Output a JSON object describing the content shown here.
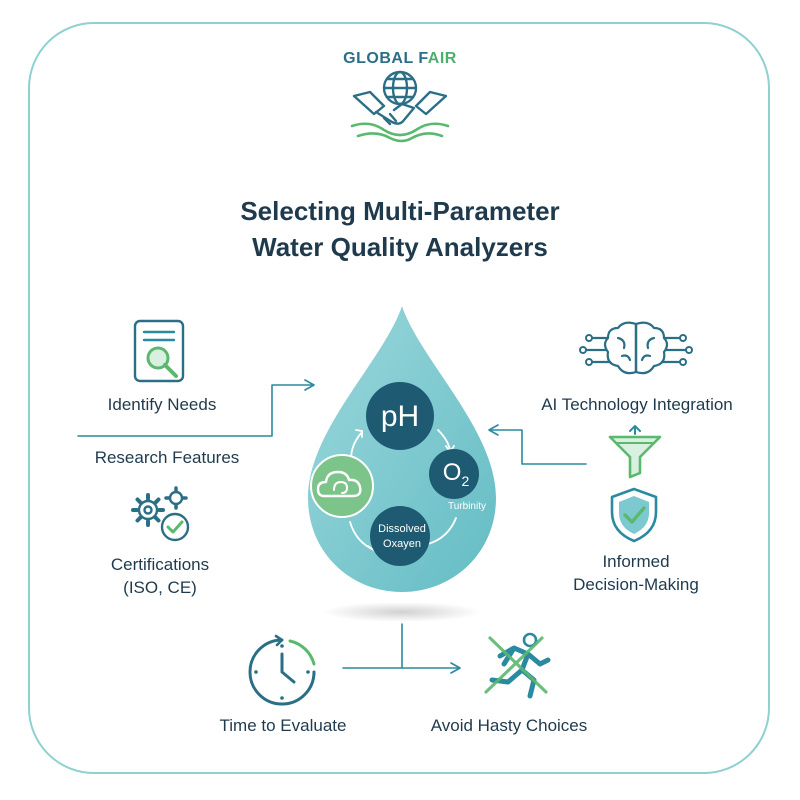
{
  "brand": {
    "name_part1": "GLOBAL F",
    "name_part2": "AIR"
  },
  "title": {
    "line1": "Selecting Multi-Parameter",
    "line2": "Water Quality Analyzers"
  },
  "left": {
    "identify_needs": "Identify Needs",
    "research_features": "Research Features",
    "certifications_line1": "Certifications",
    "certifications_line2": "(ISO, CE)"
  },
  "right": {
    "ai_integration": "AI Technology Integration",
    "informed_line1": "Informed",
    "informed_line2": "Decision-Making"
  },
  "bottom": {
    "time_to_evaluate": "Time to Evaluate",
    "avoid_hasty": "Avoid Hasty Choices"
  },
  "drop": {
    "ph": "pH",
    "o2": "O",
    "o2_sub": "2",
    "turbidity": "Turbinity",
    "dissolved_line1": "Dissolved",
    "dissolved_line2": "Oxayen"
  },
  "colors": {
    "border": "#8fd0d0",
    "drop": "#7ccad0",
    "navy": "#1f5a73",
    "teal": "#2a8aa0",
    "green": "#5bb86f"
  },
  "icons": [
    "globe-handshake-icon",
    "document-search-icon",
    "gears-check-icon",
    "brain-circuit-icon",
    "funnel-icon",
    "shield-check-icon",
    "clock-icon",
    "running-person-crossed-icon",
    "cloud-icon"
  ]
}
